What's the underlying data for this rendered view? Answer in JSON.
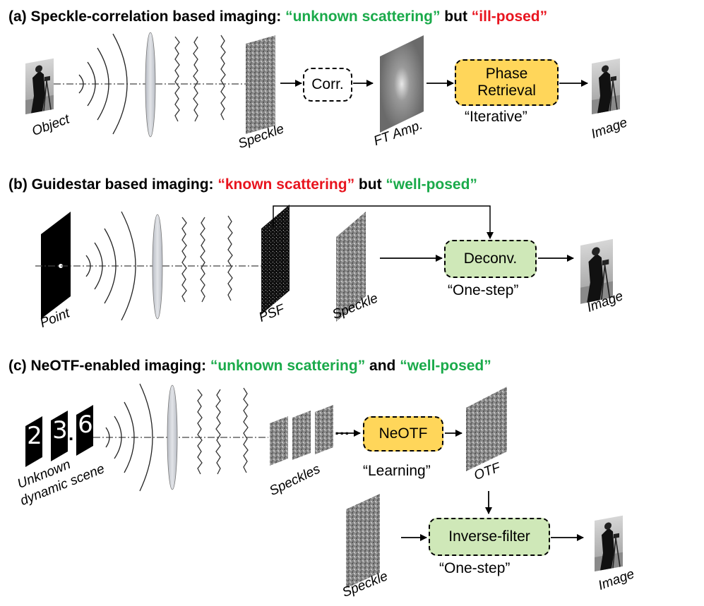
{
  "panel_a": {
    "prefix": "(a) Speckle-correlation based imaging: ",
    "green_phrase": "“unknown scattering”",
    "connector": " but ",
    "red_phrase": "“ill-posed”",
    "labels": {
      "object": "Object",
      "speckle": "Speckle",
      "ft_amp": "FT Amp.",
      "image": "Image"
    },
    "boxes": {
      "corr": "Corr.",
      "phase_line1": "Phase",
      "phase_line2": "Retrieval"
    },
    "caption": "“Iterative”",
    "colors": {
      "phase_box": "#ffd65a"
    }
  },
  "panel_b": {
    "prefix": "(b) Guidestar based imaging: ",
    "red_phrase": "“known scattering”",
    "connector": " but ",
    "green_phrase": "“well-posed”",
    "labels": {
      "point": "Point",
      "psf": "PSF",
      "speckle": "Speckle",
      "image": "Image"
    },
    "boxes": {
      "deconv": "Deconv."
    },
    "caption": "“One-step”",
    "colors": {
      "deconv_box": "#cfe8b8"
    }
  },
  "panel_c": {
    "prefix": "(c) NeOTF-enabled imaging: ",
    "green_phrase": "“unknown scattering”",
    "connector": " and ",
    "green_phrase2": "“well-posed”",
    "digits": [
      "2",
      "3",
      "6"
    ],
    "dot": ".",
    "labels": {
      "scene_line1": "Unknown",
      "scene_line2": "dynamic scene",
      "speckles": "Speckles",
      "otf": "OTF",
      "speckle": "Speckle",
      "image": "Image"
    },
    "ellipsis": "...",
    "boxes": {
      "neotf": "NeOTF",
      "inverse": "Inverse-filter"
    },
    "caption_learning": "“Learning”",
    "caption_onestep": "“One-step”",
    "colors": {
      "neotf_box": "#ffd65a",
      "inverse_box": "#cfe8b8"
    }
  },
  "colors": {
    "green": "#1aaa4a",
    "red": "#e8141e"
  }
}
